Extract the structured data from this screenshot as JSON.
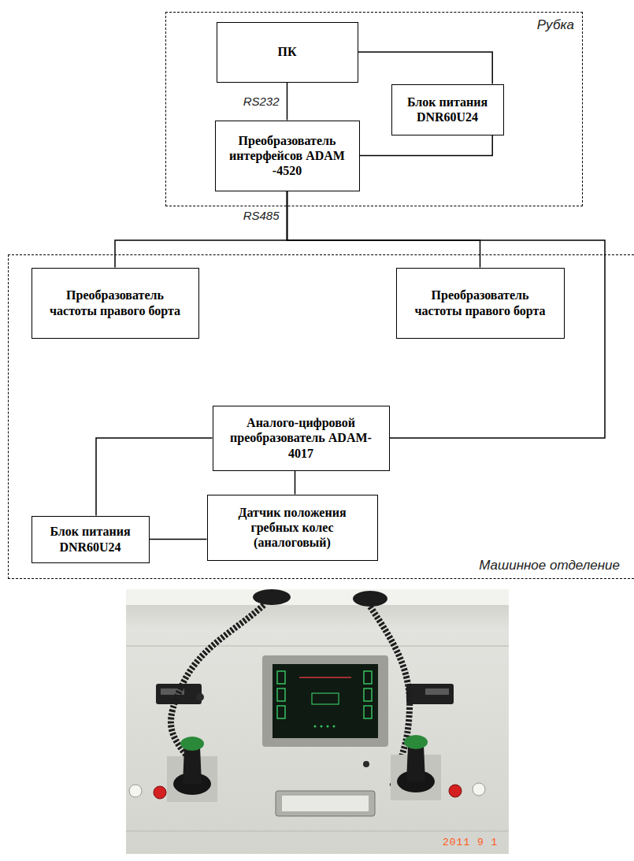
{
  "diagram": {
    "nodes": [
      {
        "text": [
          "Рубка"
        ]
      },
      {
        "text": [
          "ПК"
        ],
        "in": 0
      },
      {
        "text": [
          "Блок питания DNR60U24"
        ],
        "in": 0
      },
      {
        "text": [
          "Преобразователь интерфейсов ADAM -4520"
        ],
        "in": 0
      },
      {
        "text": [
          "Машинное отделение"
        ]
      },
      {
        "text": [
          "Преобразователь частоты правого борта"
        ],
        "in": 4
      },
      {
        "text": [
          "Преобразователь частоты правого борта"
        ],
        "in": 4
      },
      {
        "text": [
          "Аналого-цифровой преобразователь ADAM-4017"
        ],
        "in": 4
      },
      {
        "text": [
          "Блок питания DNR60U24"
        ],
        "in": 4
      },
      {
        "text": [
          "Датчик положения гребных колес (аналоговый)"
        ],
        "in": 4
      }
    ],
    "edges": [
      {
        "from": 1,
        "to": 3,
        "arrow": "none",
        "label": "RS232"
      },
      {
        "from": 1,
        "to": 2,
        "arrow": "none"
      },
      {
        "from": 2,
        "to": 3,
        "arrow": "none"
      },
      {
        "from": 3,
        "to": 5,
        "arrow": "none",
        "label": "RS485"
      },
      {
        "from": 3,
        "to": 6,
        "arrow": "none"
      },
      {
        "from": 3,
        "to": 7,
        "arrow": "none"
      },
      {
        "from": 7,
        "to": 8,
        "arrow": "none"
      },
      {
        "from": 7,
        "to": 9,
        "arrow": "none"
      },
      {
        "from": 8,
        "to": 9,
        "arrow": "none"
      }
    ],
    "labels": [
      "2011 9 1"
    ]
  }
}
